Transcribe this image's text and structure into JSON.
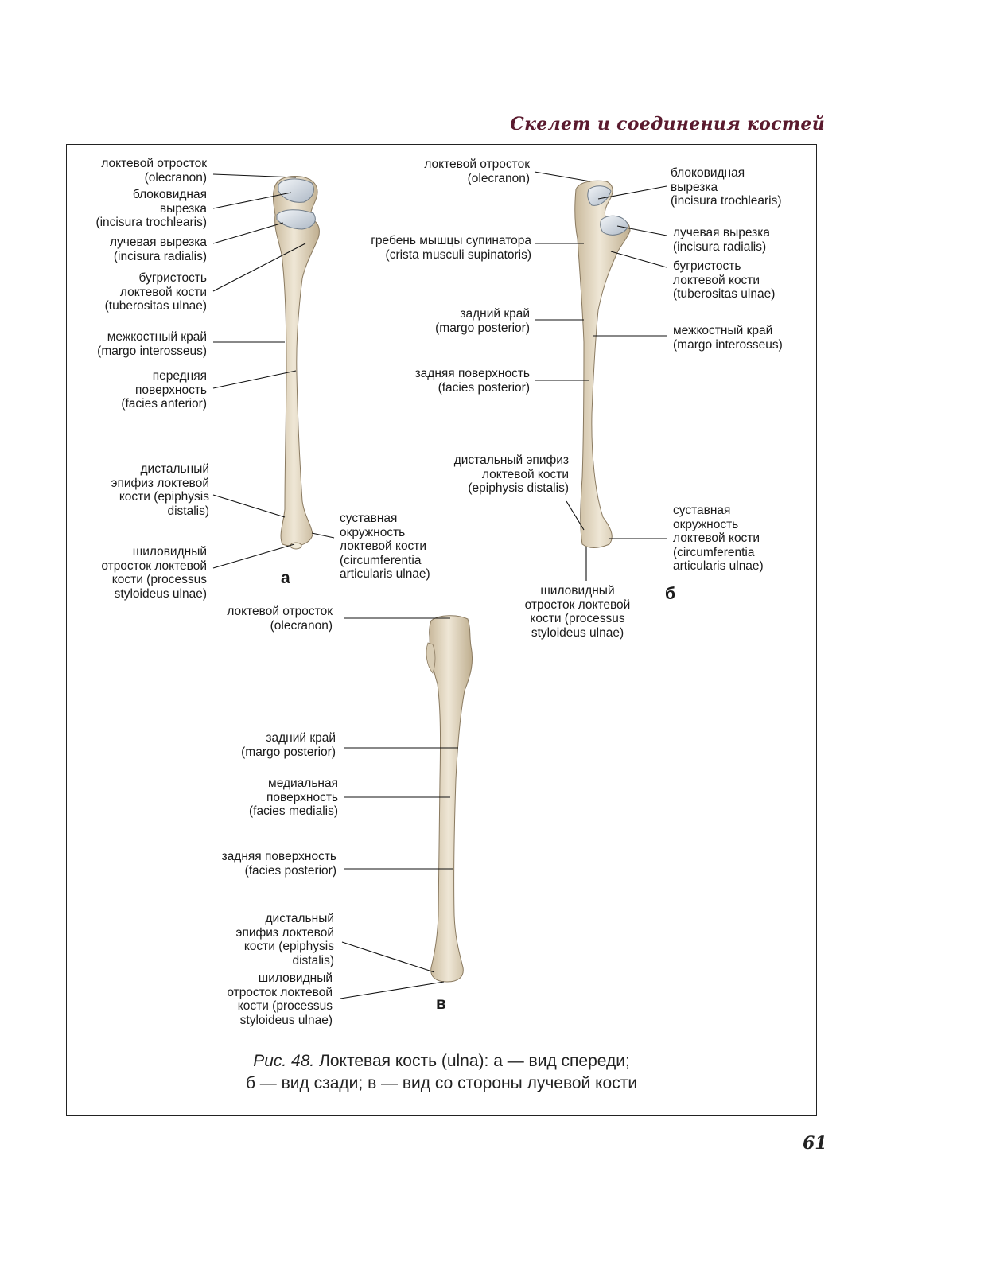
{
  "header": "Скелет и соединения костей",
  "page_number": "61",
  "caption": {
    "figure": "Рис. 48.",
    "line1": " Локтевая кость (ulna): а — вид спереди;",
    "line2": "б — вид сзади; в — вид со стороны лучевой кости"
  },
  "view_a": {
    "letter": "а",
    "olecranon": "локтевой отросток\n(olecranon)",
    "trochlear": "блоковидная\nвырезка\n(incisura trochlearis)",
    "radial": "лучевая вырезка\n(incisura radialis)",
    "tuberosity": "бугристость\nлоктевой кости\n(tuberositas ulnae)",
    "interosseous": "межкостный край\n(margo interosseus)",
    "anterior": "передняя\nповерхность\n(facies anterior)",
    "distal": "дистальный\nэпифиз локтевой\nкости (epiphysis\ndistalis)",
    "styloid": "шиловидный\nотросток локтевой\nкости (processus\nstyloideus ulnae)",
    "articular": "суставная\nокружность\nлоктевой кости\n(circumferentia\narticularis ulnae)"
  },
  "view_b": {
    "letter": "б",
    "olecranon": "локтевой отросток\n(olecranon)",
    "trochlear": "блоковидная\nвырезка\n(incisura trochlearis)",
    "supinator": "гребень мышцы супинатора\n(crista musculi supinatoris)",
    "radial": "лучевая вырезка\n(incisura radialis)",
    "tuberosity": "бугристость\nлоктевой кости\n(tuberositas ulnae)",
    "posterior_margin": "задний край\n(margo posterior)",
    "interosseous": "межкостный край\n(margo interosseus)",
    "posterior_face": "задняя поверхность\n(facies posterior)",
    "distal": "дистальный эпифиз\nлоктевой кости\n(epiphysis distalis)",
    "articular": "суставная\nокружность\nлоктевой кости\n(circumferentia\narticularis ulnae)",
    "styloid": "шиловидный\nотросток локтевой\nкости (processus\nstyloideus ulnae)"
  },
  "view_c": {
    "letter": "в",
    "olecranon": "локтевой отросток\n(olecranon)",
    "posterior_margin": "задний край\n(margo posterior)",
    "medial": "медиальная\nповерхность\n(facies medialis)",
    "posterior_face": "задняя поверхность\n(facies posterior)",
    "distal": "дистальный\nэпифиз локтевой\nкости (epiphysis\ndistalis)",
    "styloid": "шиловидный\nотросток локтевой\nкости (processus\nstyloideus ulnae)"
  },
  "colors": {
    "bone": "#e9dfcc",
    "bone_shade": "#c9b99c",
    "cartilage": "#c8d2dc",
    "header": "#5a1a2e"
  }
}
